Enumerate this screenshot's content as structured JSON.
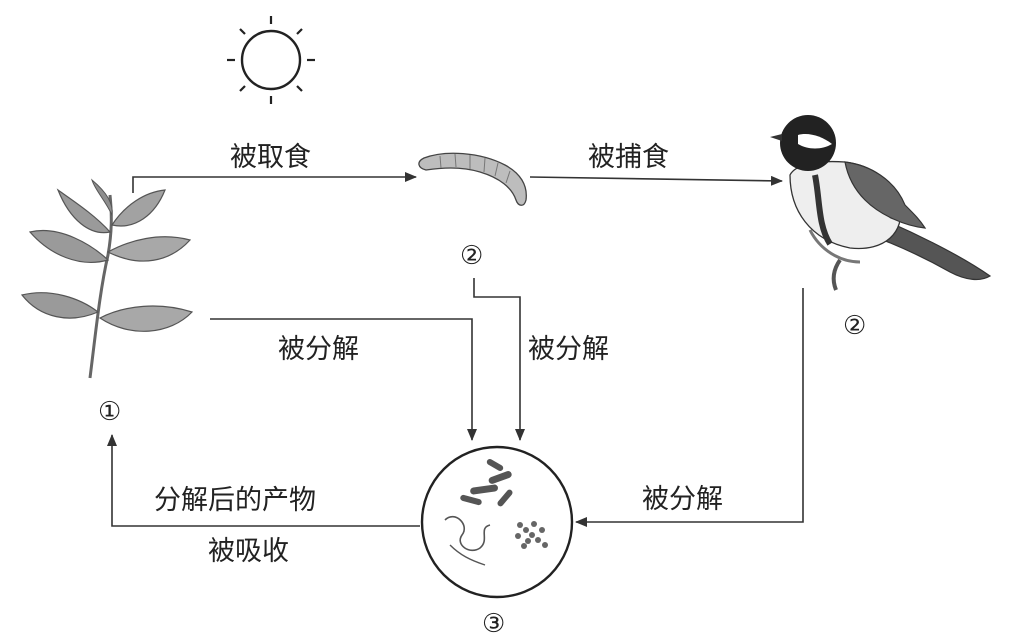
{
  "labels": {
    "eaten": "被取食",
    "preyed": "被捕食",
    "decomposed_plant": "被分解",
    "decomposed_caterpillar": "被分解",
    "decomposed_bird": "被分解",
    "products_line1": "分解后的产物",
    "products_line2": "被吸收"
  },
  "markers": {
    "plant": "①",
    "caterpillar": "②",
    "bird": "②",
    "decomposer": "③"
  },
  "icons": {
    "sun": "sun-icon",
    "plant": "leaf-branch-icon",
    "consumer1": "caterpillar-icon",
    "consumer2": "bird-icon",
    "decomposer": "microbe-circle-icon"
  },
  "colors": {
    "ink": "#222222",
    "line": "#333333",
    "leaf": "#9a9a9a",
    "background": "#ffffff"
  }
}
